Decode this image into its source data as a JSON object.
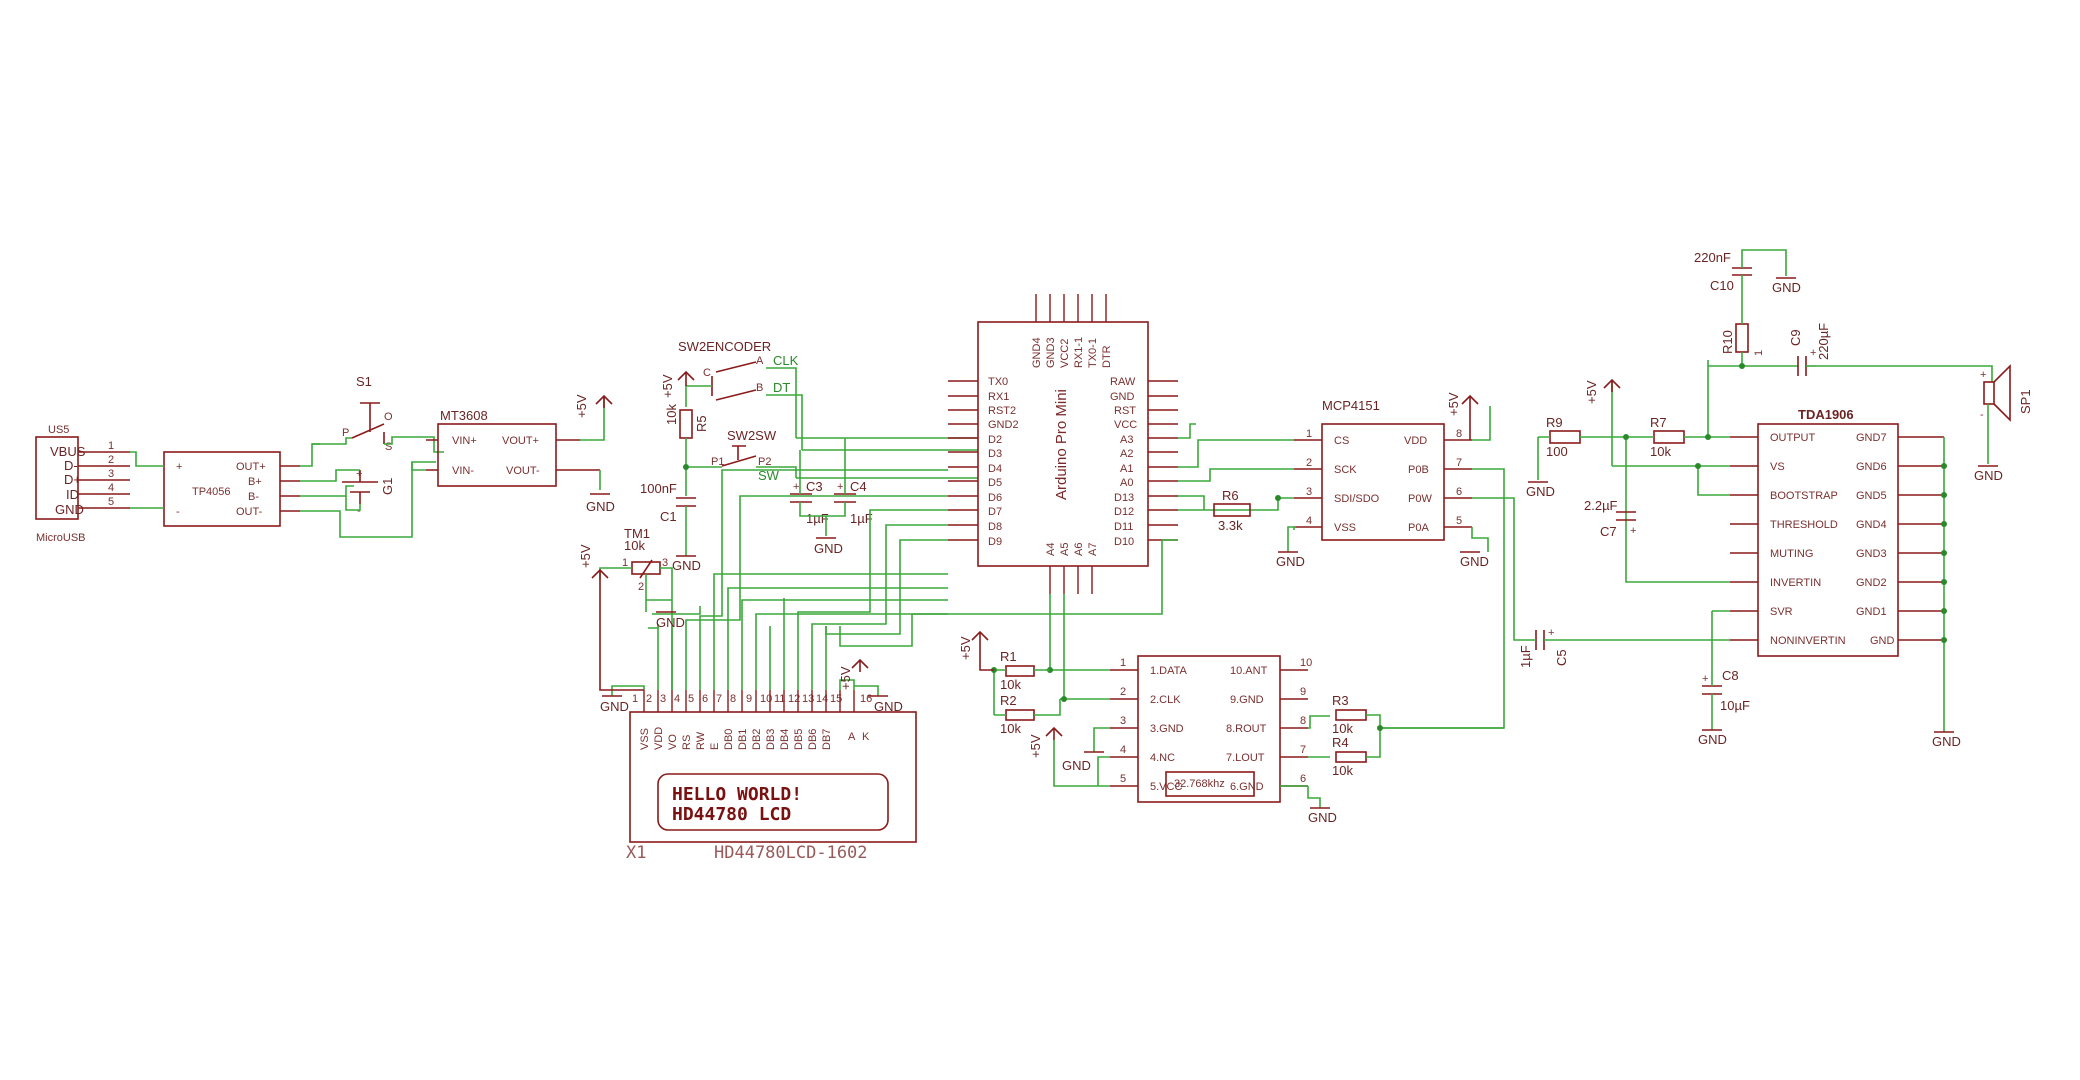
{
  "parts": {
    "usb": {
      "ref": "US5",
      "value": "MicroUSB",
      "pins": [
        "VBUS",
        "D-",
        "D+",
        "ID",
        "GND"
      ],
      "nums": [
        "1",
        "2",
        "3",
        "4",
        "5"
      ]
    },
    "tp4056": {
      "name": "TP4056",
      "plus": "+",
      "minus": "-",
      "pins": [
        "OUT+",
        "B+",
        "B-",
        "OUT-"
      ]
    },
    "s1": {
      "ref": "S1",
      "p": "P",
      "o": "O",
      "s": "S"
    },
    "g1": {
      "ref": "G1",
      "plus": "+",
      "minus": "-"
    },
    "mt3608": {
      "name": "MT3608",
      "pins": [
        "VIN+",
        "VIN-",
        "VOUT+",
        "VOUT-"
      ]
    },
    "encoder": {
      "ref": "SW2ENCODER",
      "a": "A",
      "b": "B",
      "c": "C",
      "clk": "CLK",
      "dt": "DT"
    },
    "sw2sw": {
      "ref": "SW2SW",
      "p1": "P1",
      "p2": "P2",
      "sw": "SW"
    },
    "r5": {
      "ref": "R5",
      "value": "10k"
    },
    "c1": {
      "ref": "C1",
      "value": "100nF"
    },
    "c3": {
      "ref": "C3",
      "value": "1µF"
    },
    "c4": {
      "ref": "C4",
      "value": "1µF"
    },
    "tm1": {
      "ref": "TM1",
      "value": "10k",
      "p1": "1",
      "p2": "2",
      "p3": "3"
    },
    "arduino": {
      "name": "Arduino Pro Mini",
      "left": [
        "TX0",
        "RX1",
        "RST2",
        "GND2",
        "D2",
        "D3",
        "D4",
        "D5",
        "D6",
        "D7",
        "D8",
        "D9"
      ],
      "right": [
        "RAW",
        "GND",
        "RST",
        "VCC",
        "A3",
        "A2",
        "A1",
        "A0",
        "D13",
        "D12",
        "D11",
        "D10"
      ],
      "top": [
        "GND4",
        "GND3",
        "VCC2",
        "RX1-1",
        "TX0-1",
        "DTR"
      ],
      "bottom": [
        "A4",
        "A5",
        "A6",
        "A7"
      ]
    },
    "mcp4151": {
      "name": "MCP4151",
      "left": [
        "CS",
        "SCK",
        "SDI/SDO",
        "VSS"
      ],
      "right": [
        "VDD",
        "P0B",
        "P0W",
        "P0A"
      ],
      "lnum": [
        "1",
        "2",
        "3",
        "4"
      ],
      "rnum": [
        "8",
        "7",
        "6",
        "5"
      ]
    },
    "r6": {
      "ref": "R6",
      "value": "3.3k"
    },
    "r1": {
      "ref": "R1",
      "value": "10k"
    },
    "r2": {
      "ref": "R2",
      "value": "10k"
    },
    "r3": {
      "ref": "R3",
      "value": "10k"
    },
    "r4": {
      "ref": "R4",
      "value": "10k"
    },
    "radio": {
      "left": [
        "1.DATA",
        "2.CLK",
        "3.GND",
        "4.NC",
        "5.VCC"
      ],
      "right": [
        "10.ANT",
        "9.GND",
        "8.ROUT",
        "7.LOUT",
        "6.GND"
      ],
      "lnum": [
        "1",
        "2",
        "3",
        "4",
        "5"
      ],
      "rnum": [
        "10",
        "9",
        "8",
        "7",
        "6"
      ],
      "crystal": "32.768khz"
    },
    "lcd": {
      "ref": "X1",
      "value": "HD44780LCD-1602",
      "line1": "HELLO WORLD!",
      "line2": "HD44780 LCD",
      "pins": [
        "VSS",
        "VDD",
        "VO",
        "RS",
        "RW",
        "E",
        "DB0",
        "DB1",
        "DB2",
        "DB3",
        "DB4",
        "DB5",
        "DB6",
        "DB7",
        "A",
        "K"
      ],
      "nums": [
        "1",
        "2",
        "3",
        "4",
        "5",
        "6",
        "7",
        "8",
        "9",
        "10",
        "11",
        "12",
        "13",
        "14",
        "15",
        "16"
      ]
    },
    "tda1906": {
      "name": "TDA1906",
      "left": [
        "OUTPUT",
        "VS",
        "BOOTSTRAP",
        "THRESHOLD",
        "MUTING",
        "INVERTIN",
        "SVR",
        "NONINVERTIN"
      ],
      "right": [
        "GND7",
        "GND6",
        "GND5",
        "GND4",
        "GND3",
        "GND2",
        "GND1",
        "GND"
      ]
    },
    "r9": {
      "ref": "R9",
      "value": "100"
    },
    "r7": {
      "ref": "R7",
      "value": "10k"
    },
    "r10": {
      "ref": "R10",
      "value": "1"
    },
    "c10": {
      "ref": "C10",
      "value": "220nF"
    },
    "c9": {
      "ref": "C9",
      "value": "220µF"
    },
    "c7": {
      "ref": "C7",
      "value": "2.2µF"
    },
    "c8": {
      "ref": "C8",
      "value": "10µF"
    },
    "c5": {
      "ref": "C5",
      "value": "1µF"
    },
    "sp1": {
      "ref": "SP1",
      "plus": "+",
      "minus": "-"
    }
  },
  "power": {
    "v5": "+5V",
    "gnd": "GND"
  }
}
